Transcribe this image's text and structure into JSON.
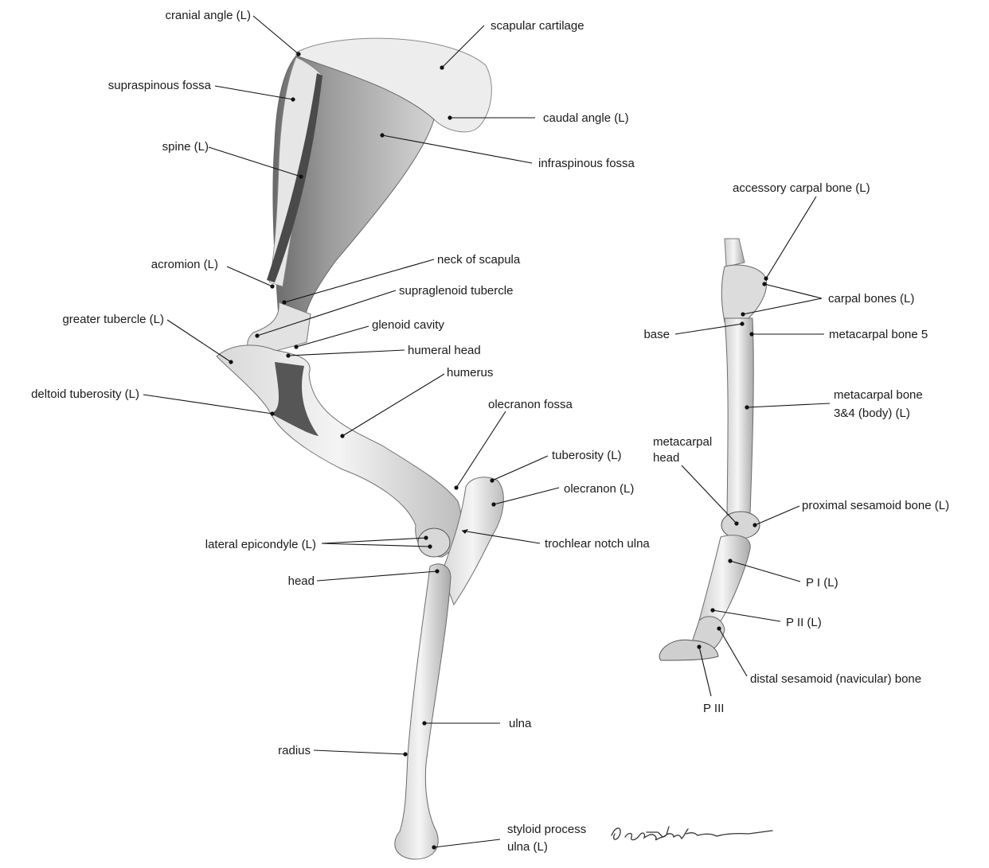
{
  "labels": {
    "cranial_angle": "cranial angle (L)",
    "scapular_cartilage": "scapular cartilage",
    "supraspinous_fossa": "supraspinous fossa",
    "caudal_angle": "caudal angle (L)",
    "spine": "spine (L)",
    "infraspinous_fossa": "infraspinous fossa",
    "acromion": "acromion (L)",
    "neck_of_scapula": "neck of scapula",
    "supraglenoid_tubercle": "supraglenoid tubercle",
    "greater_tubercle": "greater tubercle (L)",
    "glenoid_cavity": "glenoid cavity",
    "humeral_head": "humeral head",
    "humerus": "humerus",
    "deltoid_tuberosity": "deltoid tuberosity (L)",
    "olecranon_fossa": "olecranon fossa",
    "tuberosity": "tuberosity (L)",
    "olecranon": "olecranon (L)",
    "lateral_epicondyle": "lateral epicondyle (L)",
    "trochlear_notch": "trochlear notch ulna",
    "head": "head",
    "ulna": "ulna",
    "radius": "radius",
    "styloid_process_1": "styloid process",
    "styloid_process_2": "ulna (L)",
    "accessory_carpal": "accessory carpal bone (L)",
    "carpal_bones": "carpal bones (L)",
    "base": "base",
    "metacarpal_5": "metacarpal bone 5",
    "metacarpal_34_1": "metacarpal bone",
    "metacarpal_34_2": "3&4 (body) (L)",
    "metacarpal_head_1": "metacarpal",
    "metacarpal_head_2": "head",
    "proximal_sesamoid": "proximal sesamoid bone (L)",
    "p1": "P I (L)",
    "p2": "P II (L)",
    "distal_sesamoid": "distal sesamoid (navicular) bone",
    "p3": "P III"
  },
  "signature": "G. Constantinescu"
}
